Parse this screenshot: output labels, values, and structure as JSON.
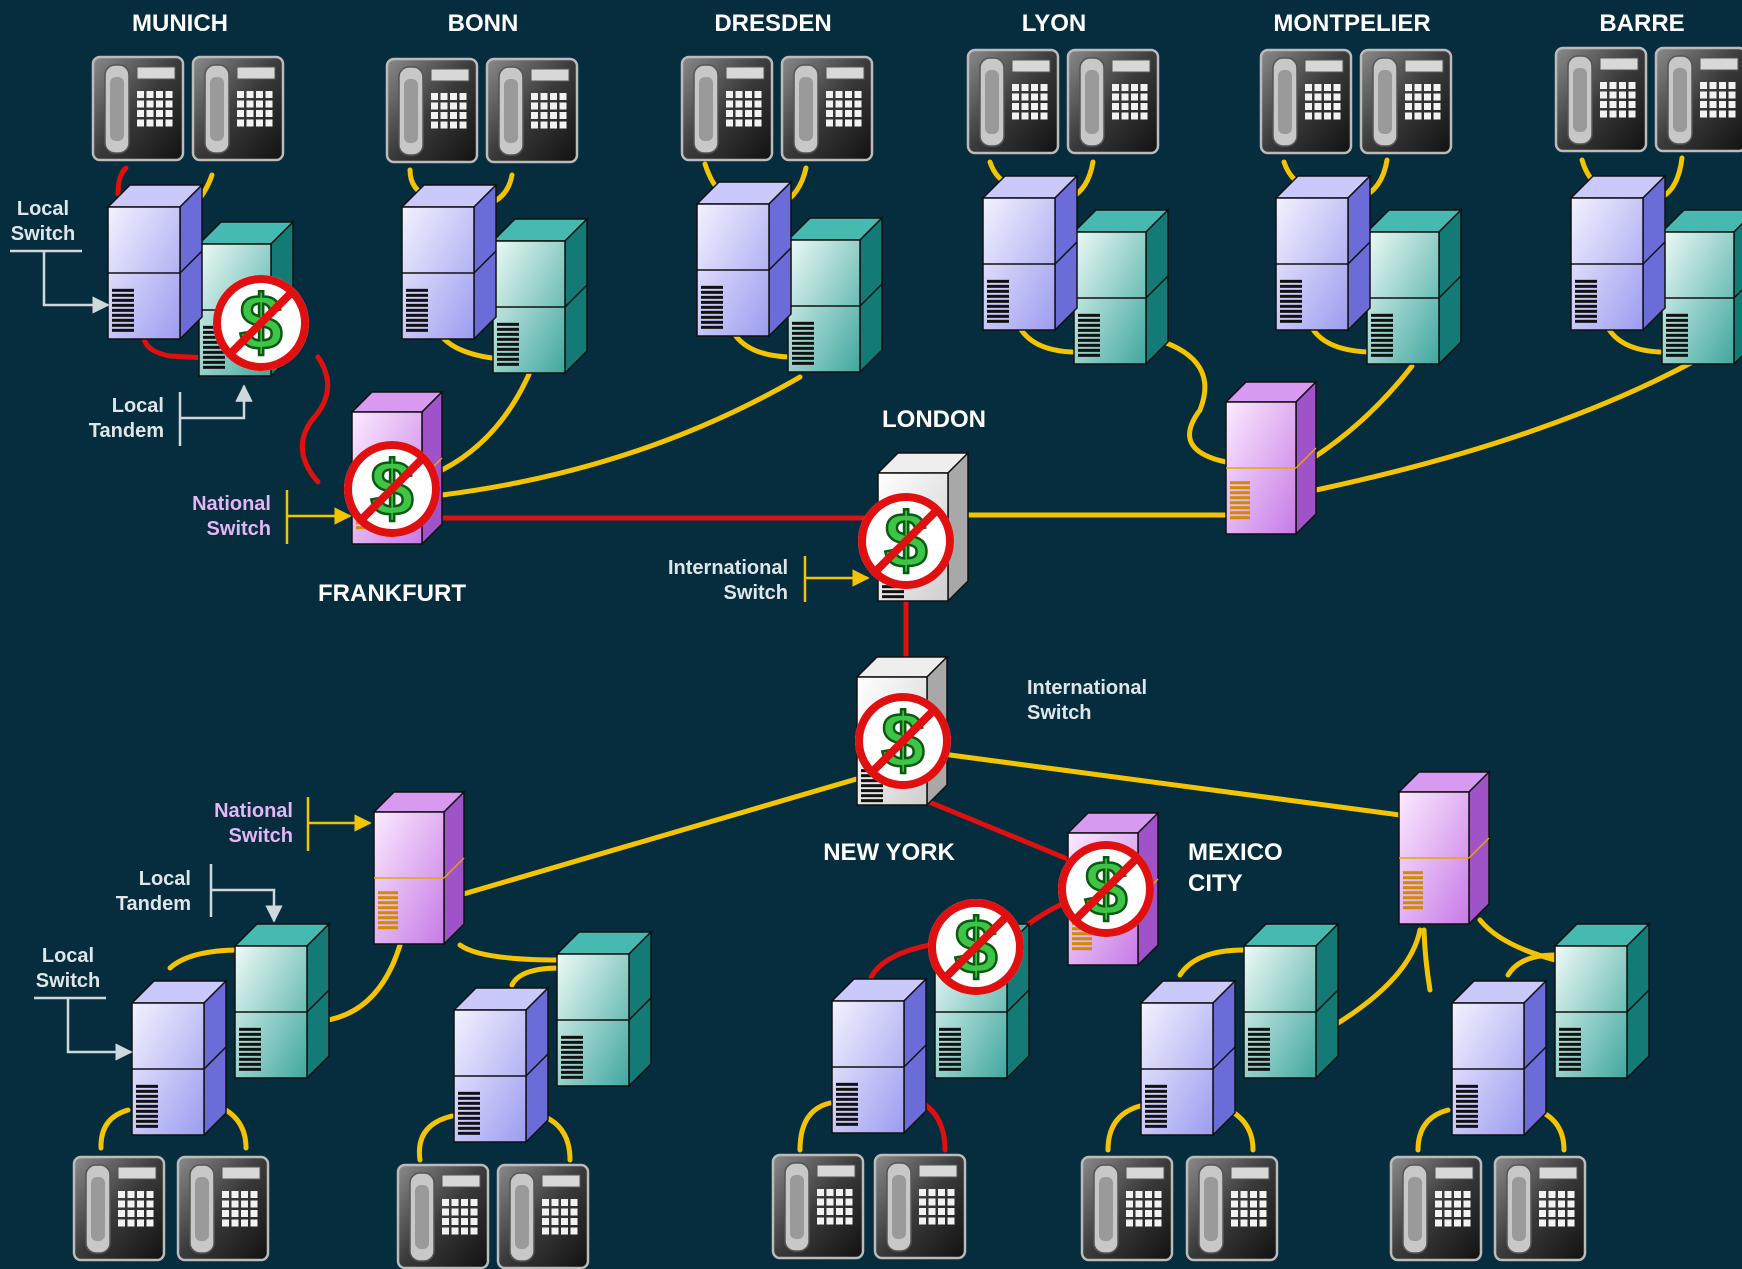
{
  "cities": {
    "munich": "MUNICH",
    "bonn": "BONN",
    "dresden": "DRESDEN",
    "lyon": "LYON",
    "montpelier": "MONTPELIER",
    "barre": "BARRE",
    "london": "LONDON",
    "frankfurt": "FRANKFURT",
    "new_york": "NEW YORK",
    "mexico_city": [
      "MEXICO",
      "CITY"
    ]
  },
  "labels": {
    "local_switch": [
      "Local",
      "Switch"
    ],
    "local_tandem": [
      "Local",
      "Tandem"
    ],
    "national_switch": [
      "National",
      "Switch"
    ],
    "international_switch": [
      "International",
      "Switch"
    ]
  },
  "icons": {
    "telephone": "telephone-icon",
    "no_charge": "no-dollar-icon"
  },
  "colors": {
    "background": "#062d3d",
    "free_route": "#e01010",
    "link": "#f5c400",
    "local_switch": "#9a9af0",
    "local_tandem": "#2aa8a0",
    "national_switch": "#c77ae6",
    "international_switch": "#e8e8e8",
    "national_label": "#e3b6f5",
    "white_label": "#ffffff"
  }
}
